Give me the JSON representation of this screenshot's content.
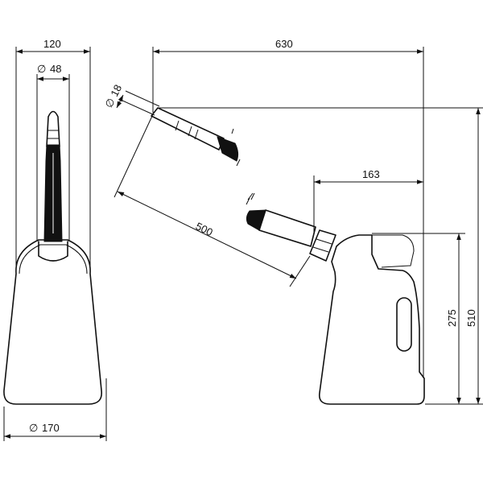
{
  "dimensions": {
    "front_width": "120",
    "nozzle_diameter": "48",
    "spout_diameter": "18",
    "overall_length": "630",
    "cap_offset": "163",
    "spout_length": "500",
    "body_height": "275",
    "overall_height": "510",
    "base_diameter": "170"
  },
  "symbols": {
    "diameter": "∅"
  }
}
